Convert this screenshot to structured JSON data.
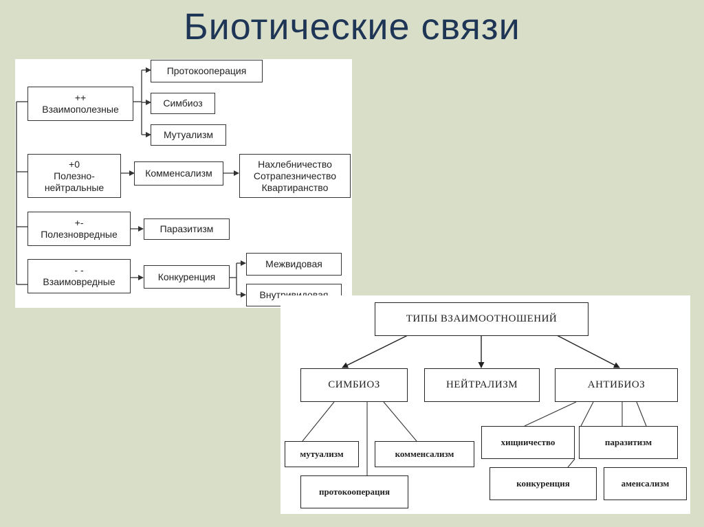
{
  "title": "Биотические связи",
  "diagram1": {
    "groups": [
      {
        "sign": "++",
        "name": "Взаимополезные",
        "children": [
          "Протокооперация",
          "Симбиоз",
          "Мутуализм"
        ]
      },
      {
        "sign": "+0",
        "name_lines": [
          "Полезно-",
          "нейтральные"
        ],
        "child": "Комменсализм",
        "sub": [
          "Нахлебничество",
          "Сотрапезничество",
          "Квартиранство"
        ]
      },
      {
        "sign": "+-",
        "name": "Полезновредные",
        "child": "Паразитизм"
      },
      {
        "sign": "- -",
        "name": "Взаимовредные",
        "child": "Конкуренция",
        "sub": [
          "Межвидовая",
          "Внутривидовая"
        ]
      }
    ]
  },
  "diagram2": {
    "root": "ТИПЫ ВЗАИМООТНОШЕНИЙ",
    "level1": [
      "СИМБИОЗ",
      "НЕЙТРАЛИЗМ",
      "АНТИБИОЗ"
    ],
    "symbiosis_children": [
      "мутуализм",
      "комменсализм",
      "протокооперация"
    ],
    "antibiosis_children": [
      "хищничество",
      "паразитизм",
      "конкуренция",
      "аменсализм"
    ]
  }
}
